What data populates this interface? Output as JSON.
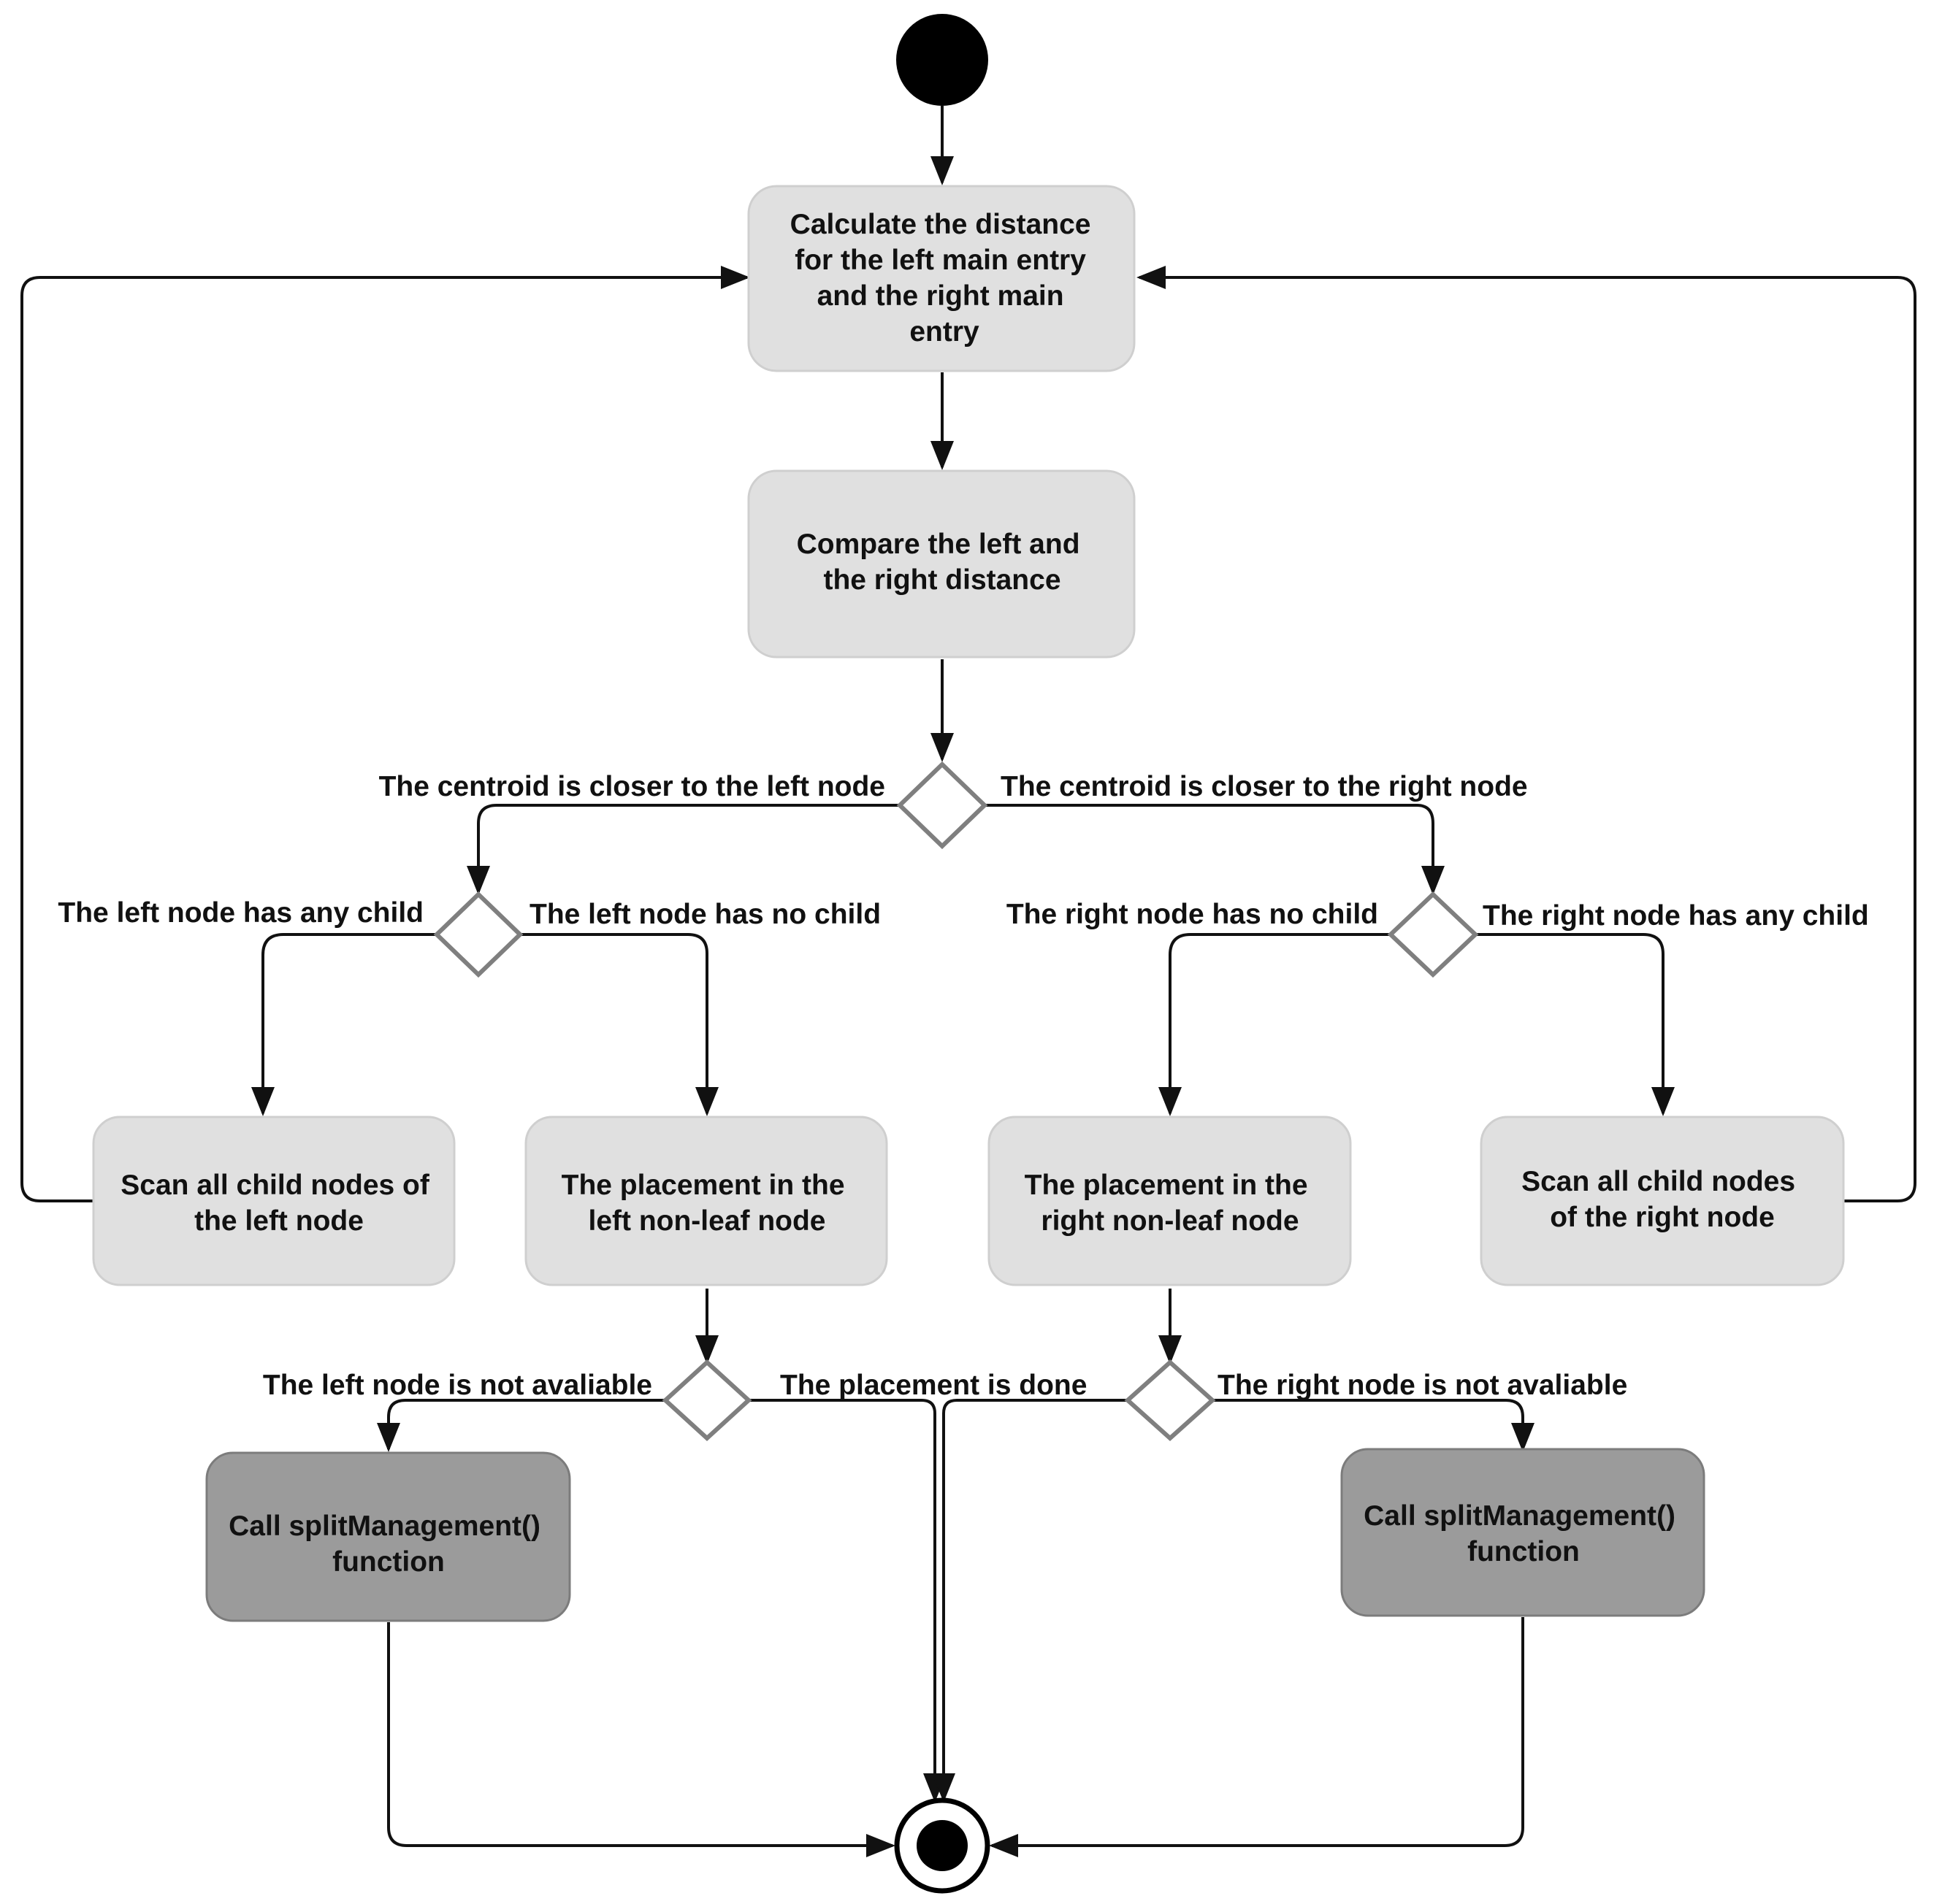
{
  "nodes": {
    "calc": {
      "lines": [
        "Calculate the distance",
        "for the left main entry",
        "and the right main",
        "entry"
      ]
    },
    "compare": {
      "lines": [
        "Compare the left and",
        "the right distance"
      ]
    },
    "scan_left": {
      "lines": [
        "Scan all child nodes of",
        "the left node"
      ]
    },
    "place_left": {
      "lines": [
        "The placement in the",
        "left non-leaf node"
      ]
    },
    "place_right": {
      "lines": [
        "The placement in the",
        "right non-leaf node"
      ]
    },
    "scan_right": {
      "lines": [
        "Scan all child nodes",
        "of the right node"
      ]
    },
    "split_left": {
      "lines": [
        "Call splitManagement()",
        "function"
      ]
    },
    "split_right": {
      "lines": [
        "Call splitManagement()",
        "function"
      ]
    }
  },
  "labels": {
    "closer_left": "The centroid is closer to the left node",
    "closer_right": "The centroid is closer to the right node",
    "left_has_child": "The left node has any child",
    "left_no_child": "The left node has no child",
    "right_no_child": "The right node has no child",
    "right_has_child": "The right node has any child",
    "left_not_available": "The left node is not avaliable",
    "placement_done": "The placement is done",
    "right_not_available": "The right node is not avaliable"
  },
  "colors": {
    "action_fill": "#e0e0e0",
    "function_fill": "#9b9b9b",
    "decision_stroke": "#7f7f7f",
    "line": "#111111"
  }
}
